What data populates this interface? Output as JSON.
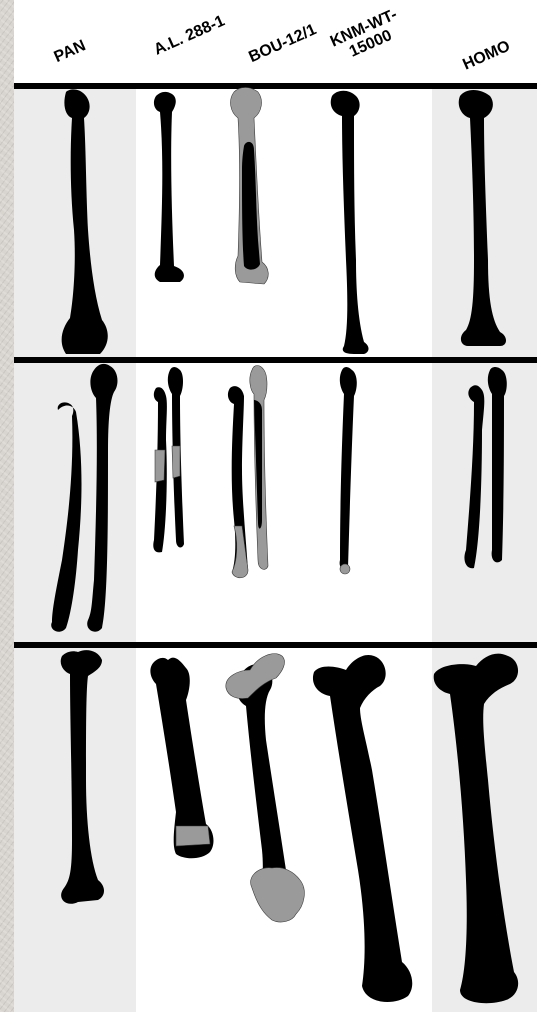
{
  "columns": [
    {
      "id": "pan",
      "label_lines": [
        "PAN"
      ]
    },
    {
      "id": "al288",
      "label_lines": [
        "A.L. 288-1"
      ]
    },
    {
      "id": "bou12",
      "label_lines": [
        "BOU-12/1"
      ]
    },
    {
      "id": "knmwt",
      "label_lines": [
        "KNM-WT-",
        "15000"
      ]
    },
    {
      "id": "homo",
      "label_lines": [
        "HOMO"
      ]
    }
  ],
  "rows": [
    "humerus",
    "radius-ulna",
    "femur"
  ],
  "colors": {
    "preserved_bone": "#000000",
    "reconstructed_bone": "#9a9a9a",
    "column_shading": "#ececec",
    "panel_background": "#ffffff"
  }
}
